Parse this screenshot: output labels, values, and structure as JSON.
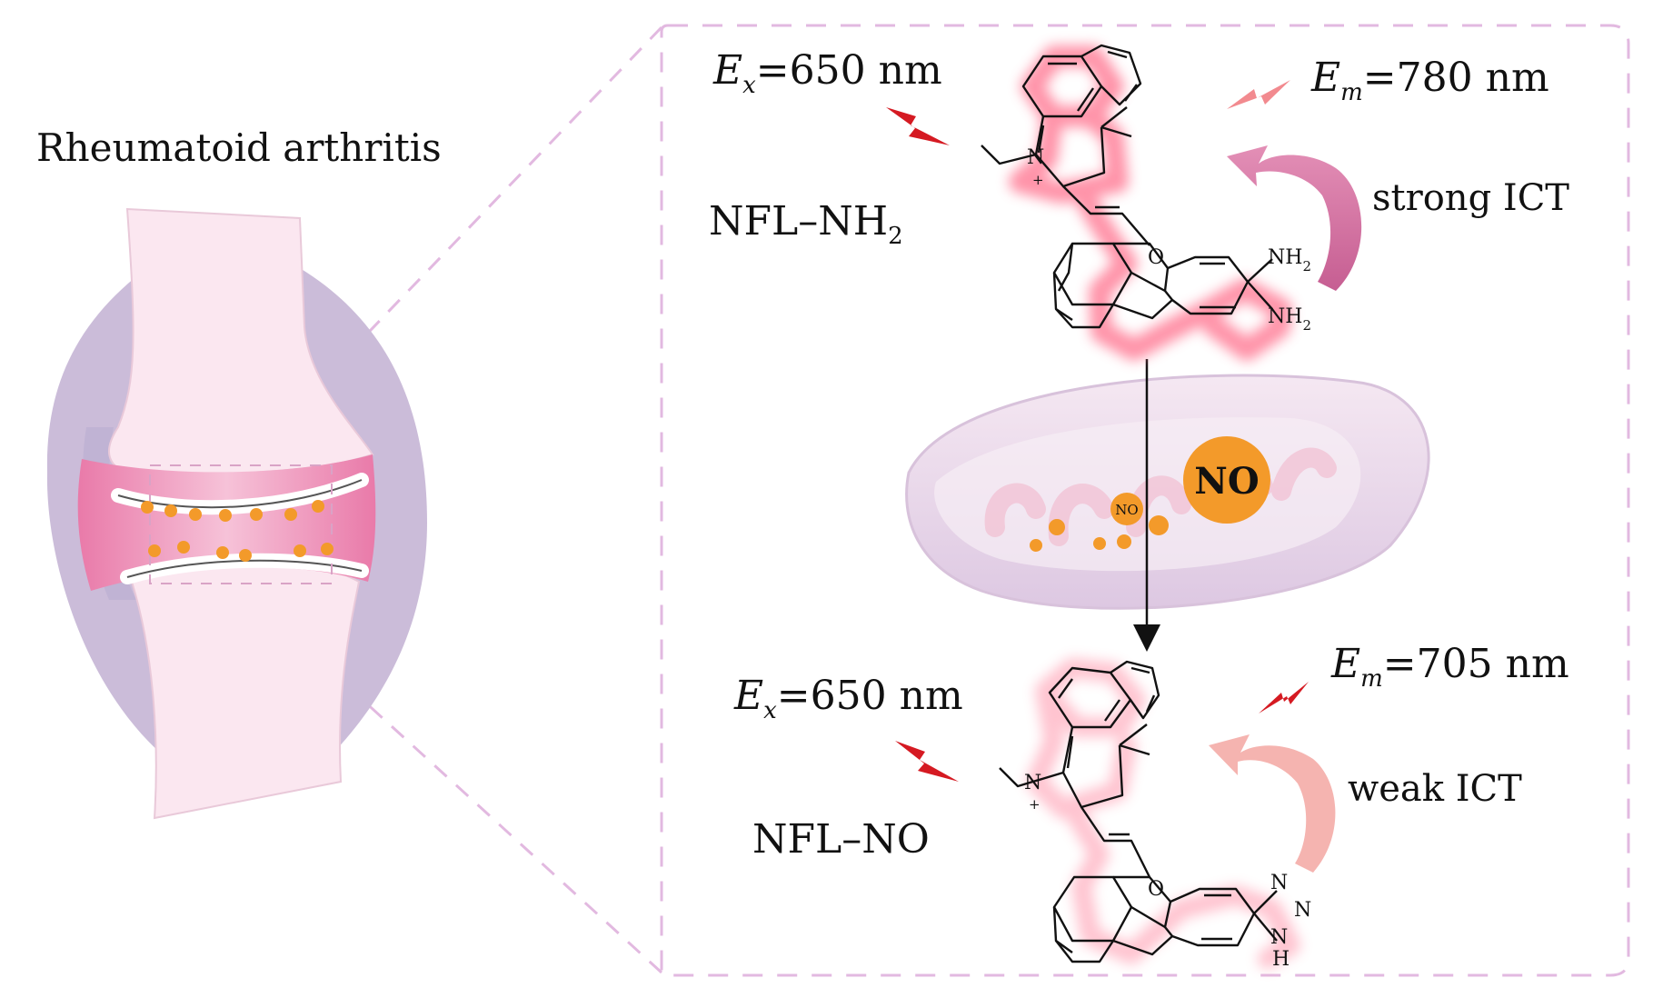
{
  "title": "Rheumatoid arthritis",
  "top": {
    "excitation": {
      "symbol": "E",
      "subscript": "x",
      "value": "=650 nm"
    },
    "emission": {
      "symbol": "E",
      "subscript": "m",
      "value": "=780 nm"
    },
    "probe_name": "NFL–NH",
    "probe_subscript": "2",
    "ict_label": "strong ICT",
    "substituents": [
      "NH",
      "NH"
    ],
    "substituent_subscript": "2"
  },
  "middle": {
    "molecule_large": "NO",
    "molecule_small": "NO"
  },
  "bottom": {
    "excitation": {
      "symbol": "E",
      "subscript": "x",
      "value": "=650 nm"
    },
    "emission": {
      "symbol": "E",
      "subscript": "m",
      "value": "=705 nm"
    },
    "probe_name": "NFL–NO",
    "ict_label": "weak ICT",
    "triazole_atoms": [
      "N",
      "N",
      "N",
      "H"
    ]
  },
  "common": {
    "nitrogen": "N",
    "plus": "+",
    "oxygen": "O"
  },
  "colors": {
    "frame_dash": "#e2b9e0",
    "bone": "#fbe7f0",
    "capsule": "#cbbcd9",
    "cartilage_pink": "#ee8db4",
    "particle": "#f39a2a",
    "glow": "#ff6f8c",
    "lightning": "#d51a22",
    "lightning_light": "#f28a8f",
    "arrow_strong": "#d77ba6",
    "arrow_weak": "#f5b4b0",
    "mito": "#ead3e6"
  }
}
